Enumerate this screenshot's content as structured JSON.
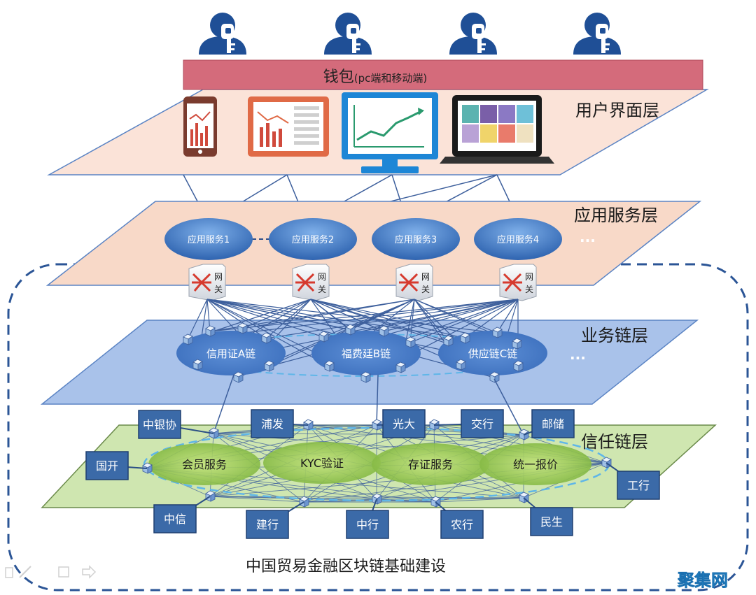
{
  "wallet": {
    "label": "钱包",
    "sub": "(pc端和移动端)"
  },
  "layers": {
    "ui": "用户界面层",
    "app": "应用服务层",
    "business": "业务链层",
    "trust": "信任链层"
  },
  "app_services": [
    "应用服务1",
    "应用服务2",
    "应用服务3",
    "应用服务4"
  ],
  "gateway_label": [
    "网",
    "关"
  ],
  "chains": [
    "信用证A链",
    "福费廷B链",
    "供应链C链"
  ],
  "trust_services": [
    "会员服务",
    "KYC验证",
    "存证服务",
    "统一报价"
  ],
  "banks": [
    "中银协",
    "浦发",
    "光大",
    "交行",
    "邮储",
    "国开",
    "工行",
    "中信",
    "建行",
    "中行",
    "农行",
    "民生"
  ],
  "ellipsis": "...",
  "caption": "中国贸易金融区块链基础建设",
  "watermark": "聚集网",
  "colors": {
    "wallet_bar": "#d46b7b",
    "ui_plane": "#fbe3d8",
    "app_plane": "#f8d9c8",
    "business_plane": "#a9c2ea",
    "trust_plane": "#cfe6b0",
    "node_blue": "#4a7fc6",
    "bank_box": "#3b6aa8",
    "line": "#3d5f9c"
  },
  "icons": [
    "user-key-icon",
    "phone-chart-icon",
    "tablet-chart-icon",
    "monitor-line-chart-icon",
    "laptop-color-grid-icon",
    "gateway-router-icon",
    "slide-nav-icons"
  ]
}
